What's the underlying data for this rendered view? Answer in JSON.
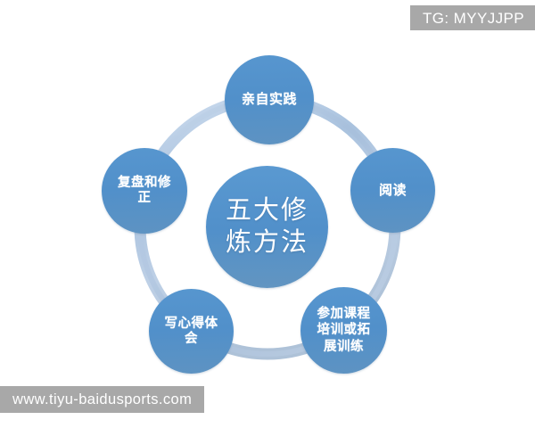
{
  "page": {
    "background_color": "#ffffff",
    "node_color": "#5190ca",
    "ring_color": "#b6cbe3",
    "watermark_color": "#a8a8a8",
    "text_color": "#ffffff"
  },
  "watermarks": {
    "top_right": "TG: MYYJJPP",
    "bottom_left": "www.tiyu-baidusports.com"
  },
  "diagram": {
    "type": "cycle-diagram",
    "center": {
      "id": "center",
      "label": "五大修\n炼方法",
      "label_lines": [
        "五大修",
        "炼方法"
      ]
    },
    "nodes": [
      {
        "id": "top",
        "position": "top",
        "label": "亲自实践",
        "label_lines": [
          "亲自实践"
        ]
      },
      {
        "id": "right",
        "position": "right",
        "label": "阅读",
        "label_lines": [
          "阅读"
        ]
      },
      {
        "id": "bottom-right",
        "position": "bottom-right",
        "label": "参加课程\n培训或拓\n展训练",
        "label_lines": [
          "参加课程",
          "培训或拓",
          "展训练"
        ]
      },
      {
        "id": "bottom-left",
        "position": "bottom-left",
        "label": "写心得体\n会",
        "label_lines": [
          "写心得体",
          "会"
        ]
      },
      {
        "id": "left",
        "position": "left",
        "label": "复盘和修\n正",
        "label_lines": [
          "复盘和修",
          "正"
        ]
      }
    ]
  }
}
